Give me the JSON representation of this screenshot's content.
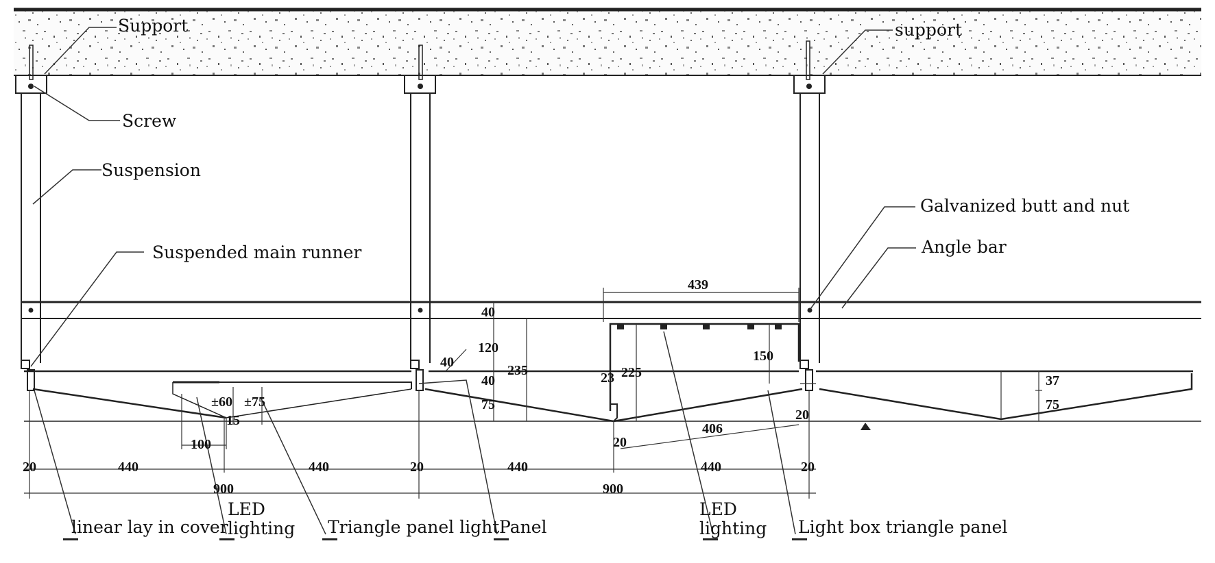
{
  "labels": {
    "support_left": "Support",
    "support_right": "support",
    "screw": "Screw",
    "suspension": "Suspension",
    "suspended_main_runner": "Suspended main runner",
    "galvanized_butt_and_nut": "Galvanized butt and nut",
    "angle_bar": "Angle bar",
    "linear_lay_in_cover": "linear lay in cover",
    "led_lighting_1_line1": "LED",
    "led_lighting_1_line2": "lighting",
    "triangle_panel_light": "Triangle panel light",
    "panel": "Panel",
    "led_lighting_2_line1": "LED",
    "led_lighting_2_line2": "lighting",
    "light_box_triangle_panel": "Light box triangle panel"
  },
  "dimensions": {
    "d439": "439",
    "d40_top": "40",
    "d120": "120",
    "d40_mid": "40",
    "d40_small": "40",
    "d75_left": "75",
    "d235": "235",
    "d23": "23",
    "d225": "225",
    "d150": "150",
    "d37": "37",
    "d75_right": "75",
    "d60": "±60",
    "d75_pm": "±75",
    "d15": "15",
    "d100": "100",
    "d406": "406",
    "d20_a": "20",
    "d20_b": "20",
    "d20_c": "20",
    "d20_d": "20",
    "d20_e": "20",
    "d440_a": "440",
    "d440_b": "440",
    "d440_c": "440",
    "d440_d": "440",
    "d900_a": "900",
    "d900_b": "900"
  }
}
